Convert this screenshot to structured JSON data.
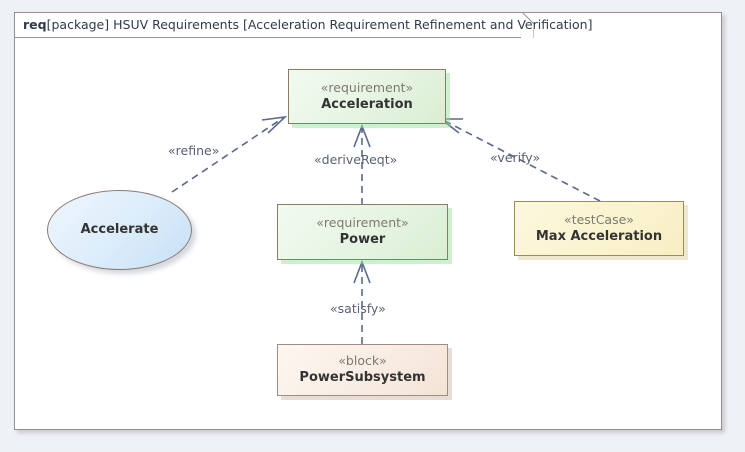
{
  "frame": {
    "keyword": "req",
    "qualifier": "[package]",
    "package_name": "HSUV Requirements",
    "view_name": "[Acceleration Requirement Refinement and Verification]",
    "header_full": "req [package] HSUV Requirements [Acceleration Requirement Refinement and Verification]"
  },
  "colors": {
    "canvas": "#eef2f7",
    "frame_border": "#9b8e93",
    "frame_fill": "#ffffff",
    "requirement_fill": "#e6f4e2",
    "requirement_border": "#8f7b63",
    "block_fill": "#f8ece2",
    "block_border": "#a08c80",
    "testcase_fill": "#faf3cf",
    "testcase_border": "#9a8d57",
    "usecase_fill": "#dfeefb",
    "usecase_border": "#8d7870",
    "edge": "#5a6a8a",
    "stereotype_text": "#7d7a6e",
    "name_text": "#333333",
    "label_text": "#5a5f73"
  },
  "nodes": [
    {
      "id": "acceleration",
      "kind": "requirement",
      "stereotype": "«requirement»",
      "name": "Acceleration"
    },
    {
      "id": "power",
      "kind": "requirement",
      "stereotype": "«requirement»",
      "name": "Power"
    },
    {
      "id": "power-subsystem",
      "kind": "block",
      "stereotype": "«block»",
      "name": "PowerSubsystem"
    },
    {
      "id": "max-acceleration",
      "kind": "testCase",
      "stereotype": "«testCase»",
      "name": "Max Acceleration"
    },
    {
      "id": "accelerate",
      "kind": "useCase",
      "stereotype": "",
      "name": "Accelerate"
    }
  ],
  "edges": [
    {
      "id": "refine",
      "label": "«refine»",
      "source": "accelerate",
      "target": "acceleration",
      "style": "dashed",
      "arrow": "open"
    },
    {
      "id": "derive-reqt",
      "label": "«deriveReqt»",
      "source": "power",
      "target": "acceleration",
      "style": "dashed",
      "arrow": "open"
    },
    {
      "id": "verify",
      "label": "«verify»",
      "source": "max-acceleration",
      "target": "acceleration",
      "style": "dashed",
      "arrow": "open"
    },
    {
      "id": "satisfy",
      "label": "«satisfy»",
      "source": "power-subsystem",
      "target": "power",
      "style": "dashed",
      "arrow": "open"
    }
  ]
}
